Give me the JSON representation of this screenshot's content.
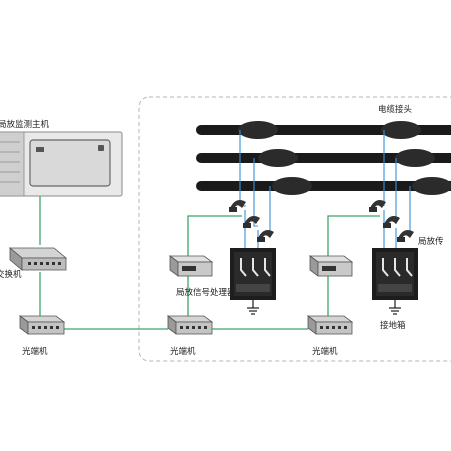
{
  "labels": {
    "host": "局放监测主机",
    "cable_joint": "电缆接头",
    "switch": "交换机",
    "signal_processor": "局放信号处理器",
    "sensor": "局放传",
    "grounding_box": "接地箱",
    "optical_left": "光端机",
    "optical_mid": "光端机",
    "optical_right": "光端机"
  },
  "colors": {
    "data_link": "#3aa86b",
    "sensor_wire": "#3b8fd6",
    "cable": "#1a1a1a",
    "dashed_border": "#b5b5b5",
    "device_body": "#d8d8d8"
  },
  "icons": {
    "host": "server-computer-icon",
    "switch": "network-switch-icon",
    "optical": "optical-transceiver-icon",
    "processor": "signal-processor-icon",
    "sensor": "current-sensor-clamp-icon",
    "grounding_box": "grounding-box-icon"
  }
}
